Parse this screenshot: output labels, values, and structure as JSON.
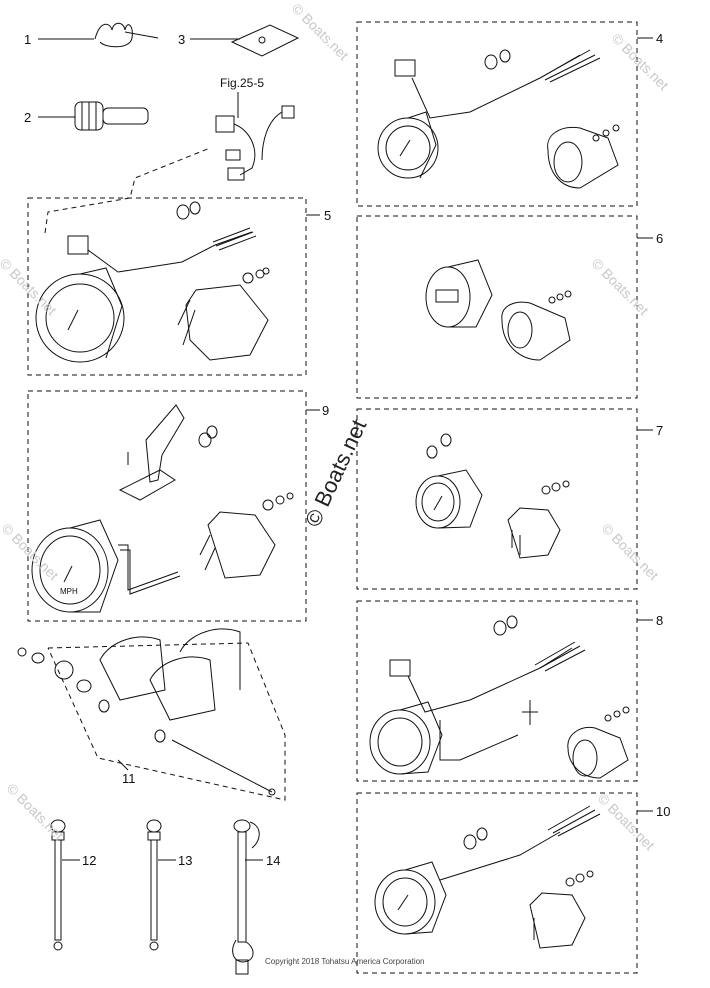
{
  "callouts": [
    {
      "id": "1",
      "label": "1"
    },
    {
      "id": "2",
      "label": "2"
    },
    {
      "id": "3",
      "label": "3"
    },
    {
      "id": "4",
      "label": "4"
    },
    {
      "id": "5",
      "label": "5"
    },
    {
      "id": "6",
      "label": "6"
    },
    {
      "id": "7",
      "label": "7"
    },
    {
      "id": "8",
      "label": "8"
    },
    {
      "id": "9",
      "label": "9"
    },
    {
      "id": "10",
      "label": "10"
    },
    {
      "id": "11",
      "label": "11"
    },
    {
      "id": "12",
      "label": "12"
    },
    {
      "id": "13",
      "label": "13"
    },
    {
      "id": "14",
      "label": "14"
    }
  ],
  "figure_ref": "Fig.25-5",
  "watermark": "© Boats.net",
  "copyright": "Copyright 2018 Tohatsu America Corporation",
  "gauge_text": {
    "mph": "MPH"
  },
  "colors": {
    "line": "#111111",
    "watermark": "#c9c9c9"
  }
}
